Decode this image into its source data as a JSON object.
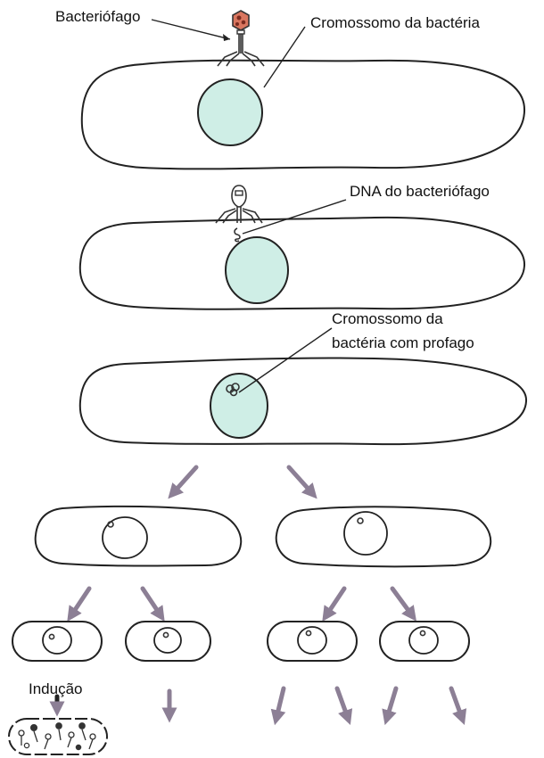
{
  "labels": {
    "bacteriophage": "Bacteriófago",
    "bacterial_chromosome": "Cromossomo da bactéria",
    "phage_dna": "DNA do bacteriófago",
    "chromosome_with_prophage_line1": "Cromossomo da",
    "chromosome_with_prophage_line2": "bactéria com profago",
    "induction": "Indução"
  },
  "colors": {
    "nucleoid": "#cfeee6",
    "arrow": "#8c7f95",
    "phage_head": "#d9765f",
    "outline": "#222222"
  }
}
